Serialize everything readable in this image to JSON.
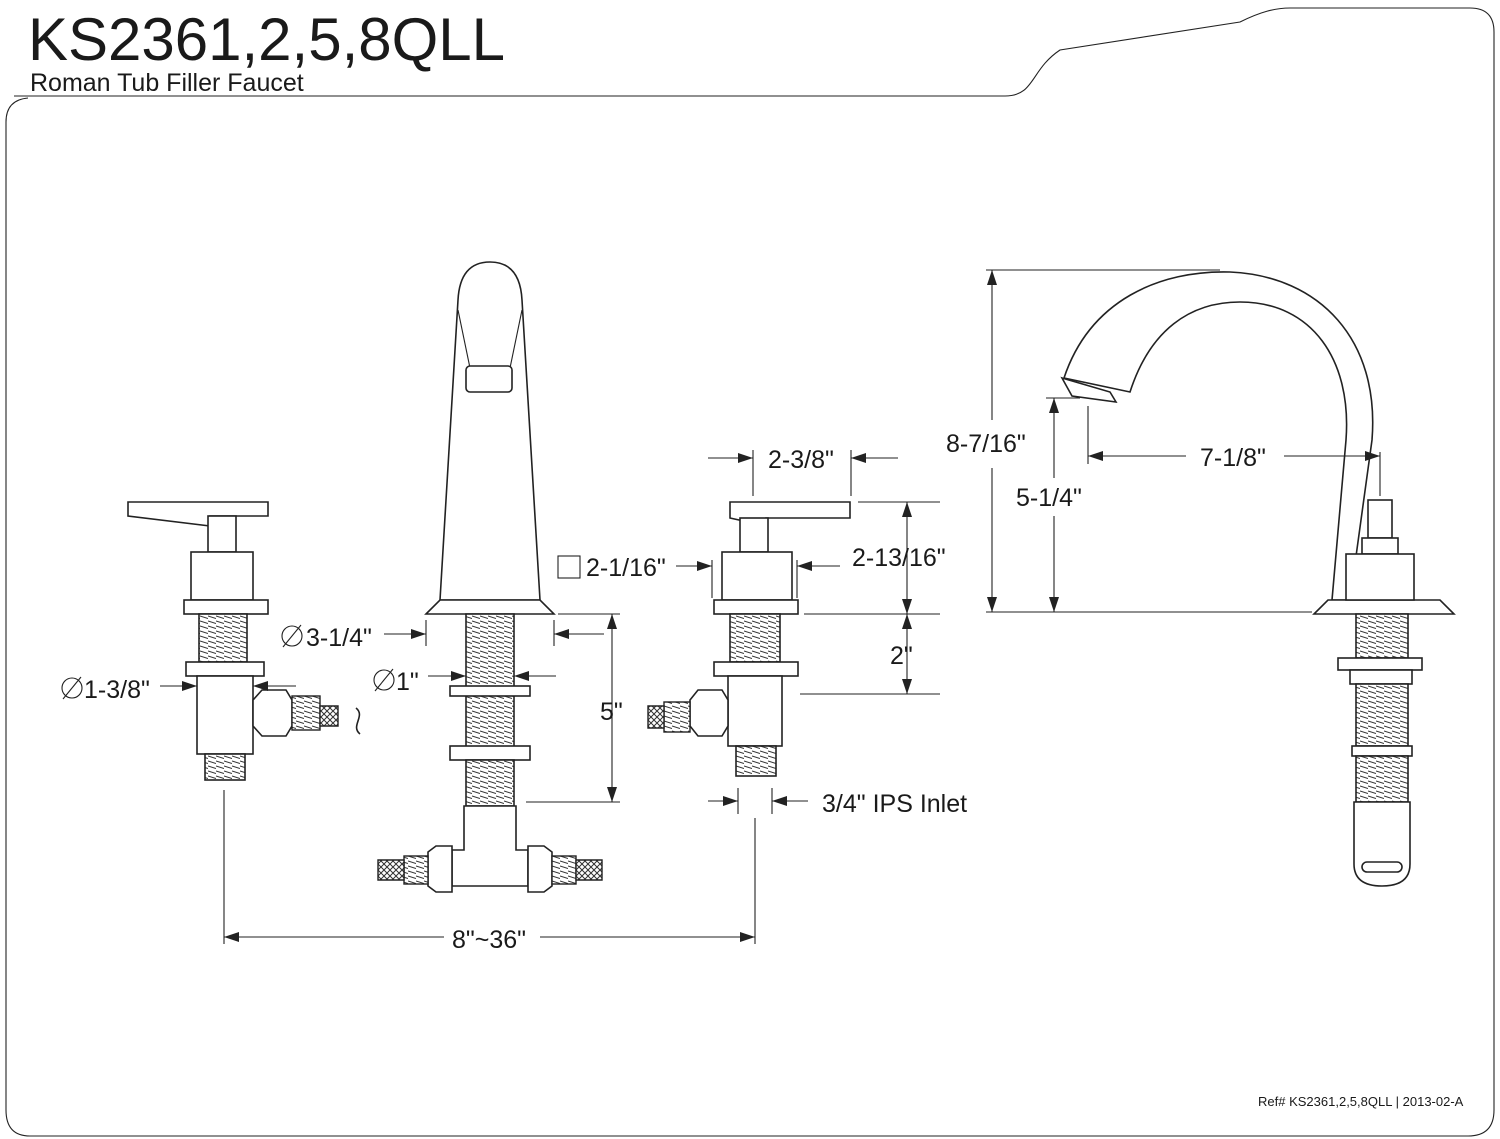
{
  "header": {
    "model": "KS2361,2,5,8QLL",
    "product": "Roman Tub Filler Faucet"
  },
  "dimensions": {
    "handle_width": "2-3/8\"",
    "handle_base_square": "2-1/16\"",
    "handle_height": "2-13/16\"",
    "shank_length": "2\"",
    "spout_base_dia": "3-1/4\"",
    "valve_dia": "1-3/8\"",
    "shank_dia": "1\"",
    "mount_depth": "5\"",
    "inlet": "3/4\" IPS Inlet",
    "spread": "8\"~36\"",
    "overall_height": "8-7/16\"",
    "spout_height": "5-1/4\"",
    "spout_reach": "7-1/8\""
  },
  "footer": {
    "ref_prefix": "Ref#",
    "ref_model": "KS2361,2,5,8QLL",
    "separator": "|",
    "revision": "2013-02-A"
  }
}
